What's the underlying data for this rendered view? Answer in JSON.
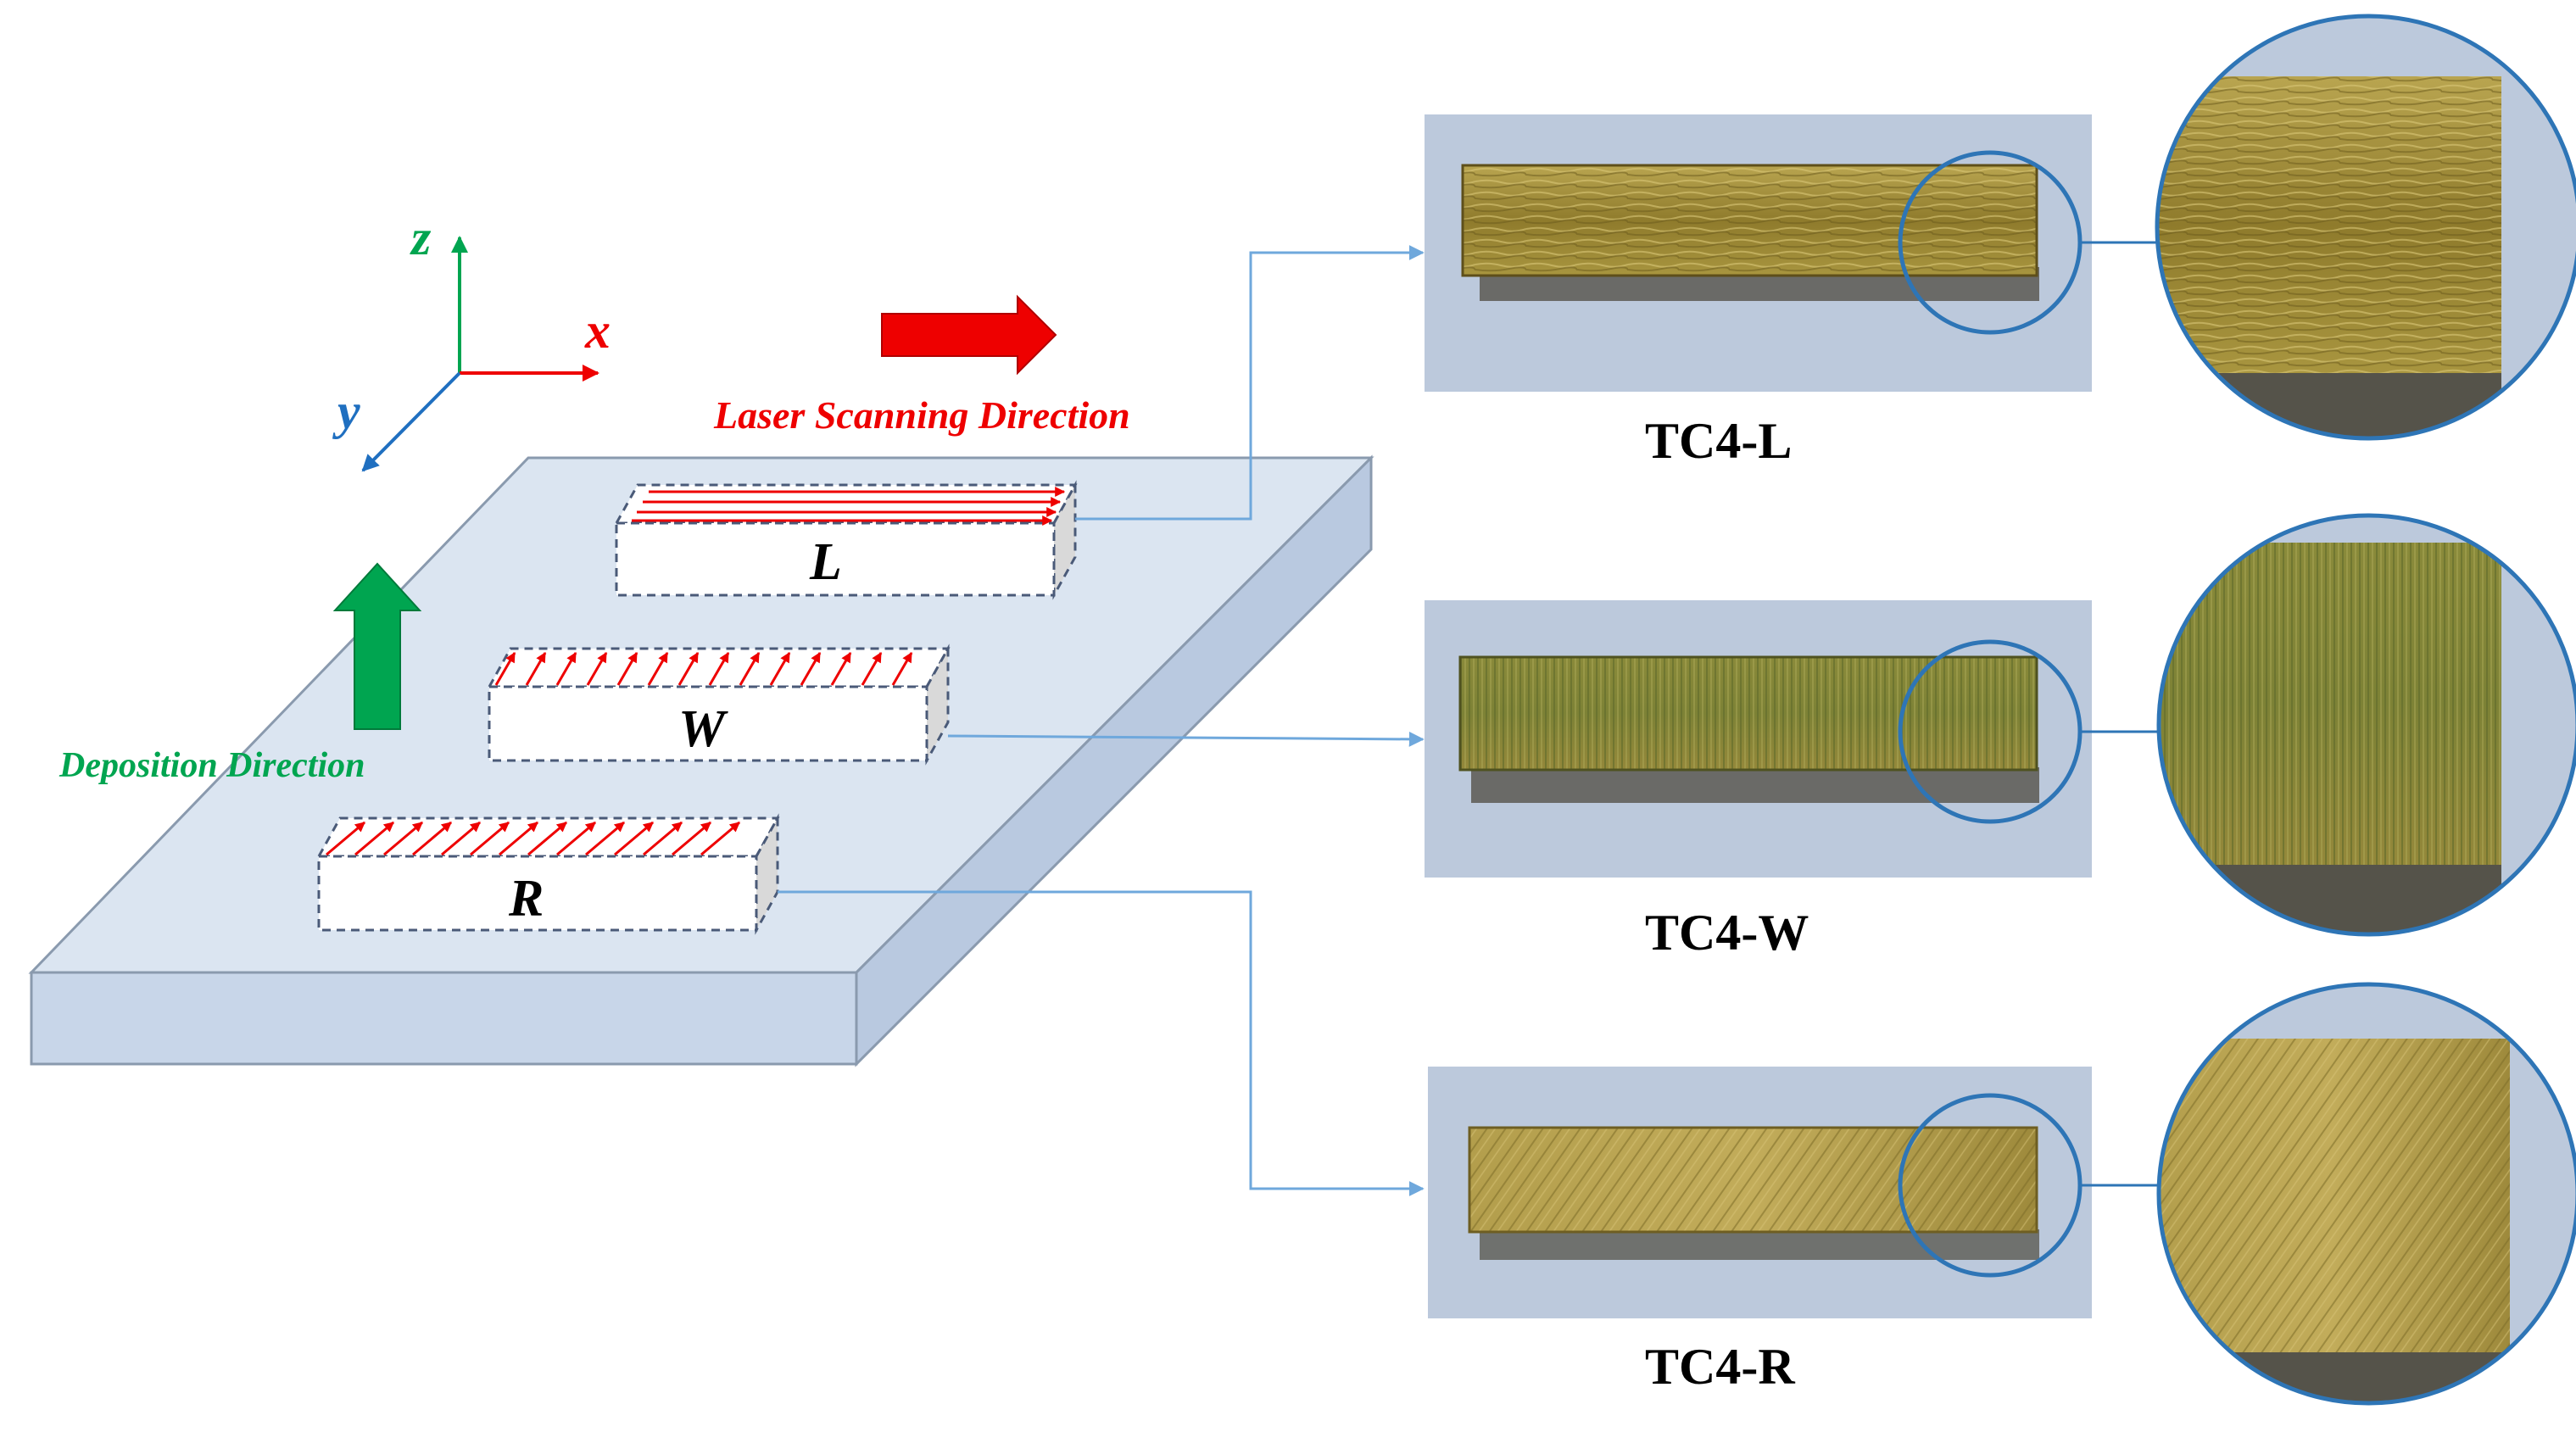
{
  "axes": {
    "z": "z",
    "x": "x",
    "y": "y"
  },
  "laser_label": "Laser Scanning Direction",
  "deposition_label": "Deposition Direction",
  "samples": [
    {
      "id": "L",
      "caption": "TC4-L"
    },
    {
      "id": "W",
      "caption": "TC4-W"
    },
    {
      "id": "R",
      "caption": "TC4-R"
    }
  ],
  "colors": {
    "plate_top": "#dbe5f1",
    "plate_side": "#b9c9e0",
    "plate_edge": "#8a9aae",
    "laser_arrow": "#ee0000",
    "deposition_arrow": "#00a550",
    "axis_z": "#00a550",
    "axis_x": "#ee0000",
    "axis_y": "#1f6fc0",
    "connector": "#6fa8dc",
    "photo_bg": "#bcc9dc",
    "metal": "#9d8a38",
    "magnifier": "#2e75b6"
  }
}
